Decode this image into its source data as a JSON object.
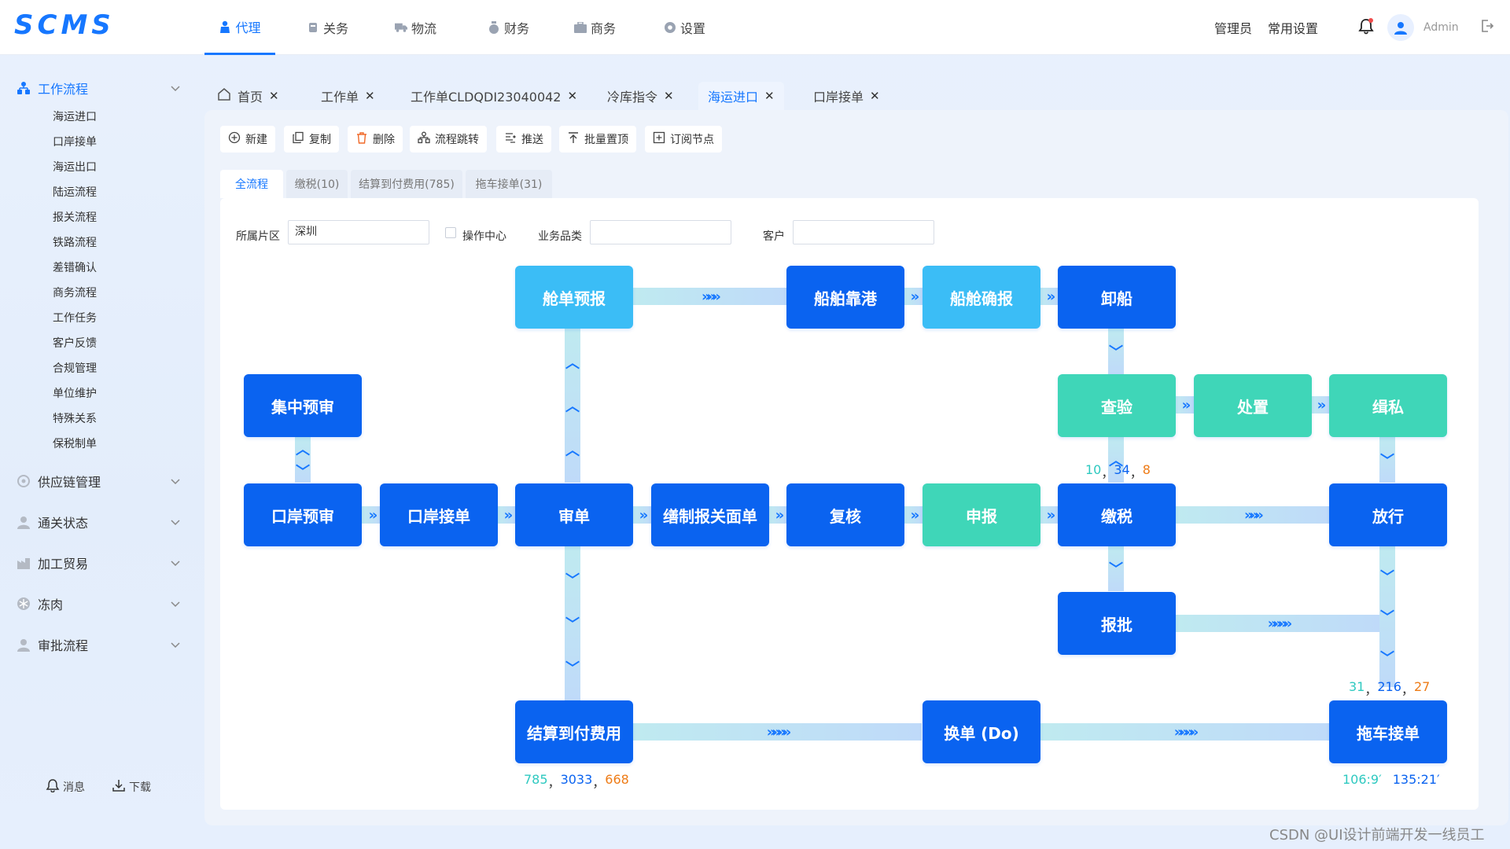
{
  "app": {
    "logo": "SCMS"
  },
  "topnav": {
    "tabs": [
      {
        "label": "代理",
        "icon": "agent-icon"
      },
      {
        "label": "关务",
        "icon": "customs-icon"
      },
      {
        "label": "物流",
        "icon": "truck-icon"
      },
      {
        "label": "财务",
        "icon": "money-bag-icon"
      },
      {
        "label": "商务",
        "icon": "briefcase-icon"
      },
      {
        "label": "设置",
        "icon": "gear-icon"
      }
    ],
    "active_index": 0,
    "right": {
      "admin_label": "管理员",
      "settings_label": "常用设置",
      "user_name": "Admin"
    }
  },
  "sidebar": {
    "groups": [
      {
        "label": "工作流程",
        "icon": "workflow-icon",
        "expanded": true
      },
      {
        "label": "供应链管理",
        "icon": "supply-chain-icon"
      },
      {
        "label": "通关状态",
        "icon": "user-icon"
      },
      {
        "label": "加工贸易",
        "icon": "factory-icon"
      },
      {
        "label": "冻肉",
        "icon": "snowflake-icon"
      },
      {
        "label": "审批流程",
        "icon": "user-check-icon"
      }
    ],
    "sub_items": [
      "海运进口",
      "口岸接单",
      "海运出口",
      "陆运流程",
      "报关流程",
      "铁路流程",
      "差错确认",
      "商务流程",
      "工作任务",
      "客户反馈",
      "合规管理",
      "单位维护",
      "特殊关系",
      "保税制单"
    ],
    "bottom": {
      "message_label": "消息",
      "download_label": "下载"
    }
  },
  "page_tabs": [
    {
      "label": "首页",
      "home": true
    },
    {
      "label": "工作单"
    },
    {
      "label": "工作单CLDQDI23040042"
    },
    {
      "label": "冷库指令"
    },
    {
      "label": "海运进口",
      "active": true
    },
    {
      "label": "口岸接单"
    }
  ],
  "toolbar": {
    "new": "新建",
    "copy": "复制",
    "delete": "删除",
    "jump": "流程跳转",
    "push": "推送",
    "batch_top": "批量置顶",
    "subscribe": "订阅节点"
  },
  "sub_tabs": [
    "全流程",
    "缴税(10)",
    "结算到付费用(785)",
    "拖车接单(31)"
  ],
  "filters": {
    "region_label": "所属片区",
    "region_value": "深圳",
    "ops_center_label": "操作中心",
    "category_label": "业务品类",
    "category_value": "",
    "customer_label": "客户",
    "customer_value": ""
  },
  "flow": {
    "nodes": {
      "cangdan": "舱单预报",
      "chuanbo_kg": "船舶靠港",
      "chuancang": "船舱确报",
      "xiechuan": "卸船",
      "jizhong": "集中预审",
      "chayan": "查验",
      "chuzhi": "处置",
      "jisi": "缉私",
      "kouan_ys": "口岸预审",
      "kouan_jd": "口岸接单",
      "shendan": "审单",
      "bianzhi": "缮制报关面单",
      "fuhe": "复核",
      "shenbao": "申报",
      "jiaoshui": "缴税",
      "fangxing": "放行",
      "baopi": "报批",
      "jiesuan": "结算到付费用",
      "huandan": "换单 (Do)",
      "tuoche": "拖车接单"
    },
    "stats": {
      "jiaoshui": [
        "10",
        "34",
        "8"
      ],
      "tuoche": [
        "31",
        "216",
        "27"
      ],
      "jiesuan": [
        "785",
        "3033",
        "668"
      ],
      "tuoche_time": [
        "106:9′",
        "135:21′"
      ]
    }
  },
  "watermark": "CSDN @UI设计前端开发一线员工",
  "colors": {
    "primary": "#1677ff",
    "node_blue": "#0a63f0",
    "node_sky": "#3bbdf6",
    "node_teal": "#3fd6b8",
    "stat_teal": "#2ec9c0",
    "stat_orange": "#ee7b16"
  }
}
